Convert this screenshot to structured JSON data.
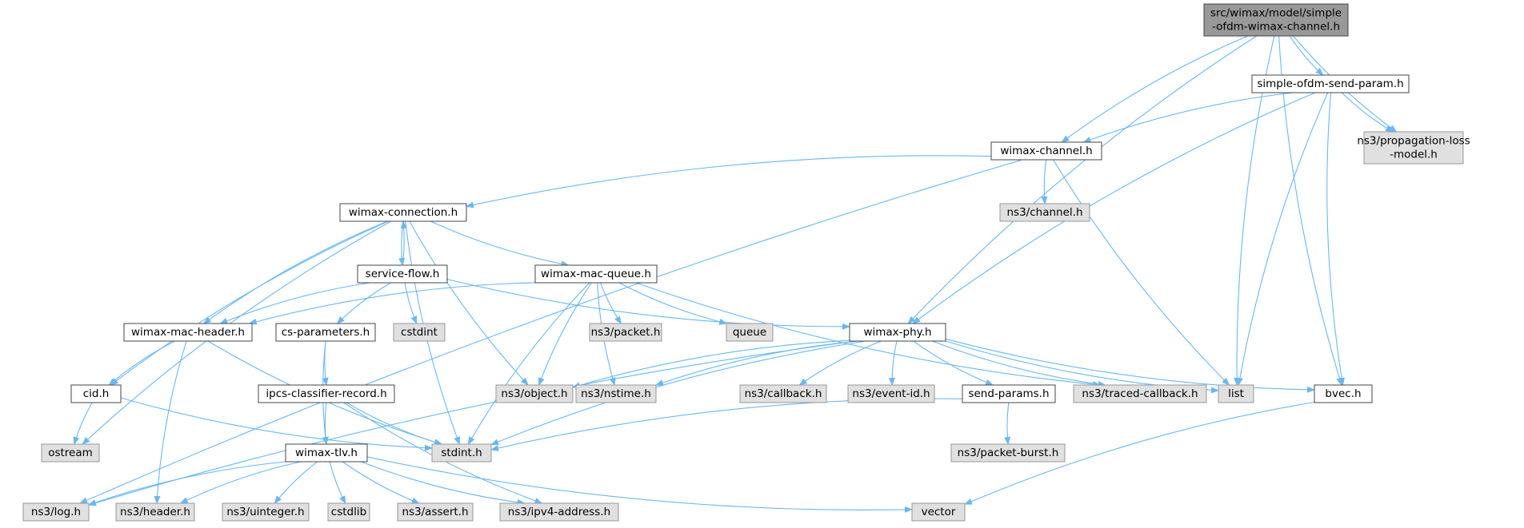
{
  "colors": {
    "edge": "#63b8ff",
    "root_fill": "#999999",
    "node_fill": "#ffffff",
    "node_stroke": "#444444",
    "system_fill": "#e0e0e0",
    "system_stroke": "#999999",
    "text": "#000000"
  },
  "nodes": [
    {
      "id": "root",
      "kind": "root",
      "lines": [
        "src/wimax/model/simple",
        "-ofdm-wimax-channel.h"
      ]
    },
    {
      "id": "sendparam",
      "kind": "local",
      "lines": [
        "simple-ofdm-send-param.h"
      ]
    },
    {
      "id": "chan",
      "kind": "local",
      "lines": [
        "wimax-channel.h"
      ]
    },
    {
      "id": "proploss",
      "kind": "system",
      "lines": [
        "ns3/propagation-loss",
        "-model.h"
      ]
    },
    {
      "id": "ns3chan",
      "kind": "system",
      "lines": [
        "ns3/channel.h"
      ]
    },
    {
      "id": "conn",
      "kind": "local",
      "lines": [
        "wimax-connection.h"
      ]
    },
    {
      "id": "sflow",
      "kind": "local",
      "lines": [
        "service-flow.h"
      ]
    },
    {
      "id": "macq",
      "kind": "local",
      "lines": [
        "wimax-mac-queue.h"
      ]
    },
    {
      "id": "machdr",
      "kind": "local",
      "lines": [
        "wimax-mac-header.h"
      ]
    },
    {
      "id": "csparam",
      "kind": "local",
      "lines": [
        "cs-parameters.h"
      ]
    },
    {
      "id": "cstdint",
      "kind": "system",
      "lines": [
        "cstdint"
      ]
    },
    {
      "id": "packet",
      "kind": "system",
      "lines": [
        "ns3/packet.h"
      ]
    },
    {
      "id": "queue",
      "kind": "system",
      "lines": [
        "queue"
      ]
    },
    {
      "id": "phy",
      "kind": "local",
      "lines": [
        "wimax-phy.h"
      ]
    },
    {
      "id": "cid",
      "kind": "local",
      "lines": [
        "cid.h"
      ]
    },
    {
      "id": "ipcs",
      "kind": "local",
      "lines": [
        "ipcs-classifier-record.h"
      ]
    },
    {
      "id": "object",
      "kind": "system",
      "lines": [
        "ns3/object.h"
      ]
    },
    {
      "id": "nstime",
      "kind": "system",
      "lines": [
        "ns3/nstime.h"
      ]
    },
    {
      "id": "callback",
      "kind": "system",
      "lines": [
        "ns3/callback.h"
      ]
    },
    {
      "id": "eventid",
      "kind": "system",
      "lines": [
        "ns3/event-id.h"
      ]
    },
    {
      "id": "sendparams",
      "kind": "local",
      "lines": [
        "send-params.h"
      ]
    },
    {
      "id": "traced",
      "kind": "system",
      "lines": [
        "ns3/traced-callback.h"
      ]
    },
    {
      "id": "list",
      "kind": "system",
      "lines": [
        "list"
      ]
    },
    {
      "id": "bvec",
      "kind": "local",
      "lines": [
        "bvec.h"
      ]
    },
    {
      "id": "ostream",
      "kind": "system",
      "lines": [
        "ostream"
      ]
    },
    {
      "id": "stdint",
      "kind": "system",
      "lines": [
        "stdint.h"
      ]
    },
    {
      "id": "tlv",
      "kind": "local",
      "lines": [
        "wimax-tlv.h"
      ]
    },
    {
      "id": "pktburst",
      "kind": "system",
      "lines": [
        "ns3/packet-burst.h"
      ]
    },
    {
      "id": "log",
      "kind": "system",
      "lines": [
        "ns3/log.h"
      ]
    },
    {
      "id": "header",
      "kind": "system",
      "lines": [
        "ns3/header.h"
      ]
    },
    {
      "id": "uinteger",
      "kind": "system",
      "lines": [
        "ns3/uinteger.h"
      ]
    },
    {
      "id": "cstdlib",
      "kind": "system",
      "lines": [
        "cstdlib"
      ]
    },
    {
      "id": "assert",
      "kind": "system",
      "lines": [
        "ns3/assert.h"
      ]
    },
    {
      "id": "ipv4",
      "kind": "system",
      "lines": [
        "ns3/ipv4-address.h"
      ]
    },
    {
      "id": "vector",
      "kind": "system",
      "lines": [
        "vector"
      ]
    }
  ],
  "edges": [
    [
      "root",
      "sendparam"
    ],
    [
      "root",
      "chan"
    ],
    [
      "root",
      "phy"
    ],
    [
      "root",
      "list"
    ],
    [
      "root",
      "proploss"
    ],
    [
      "root",
      "bvec"
    ],
    [
      "sendparam",
      "chan"
    ],
    [
      "sendparam",
      "phy"
    ],
    [
      "sendparam",
      "list"
    ],
    [
      "sendparam",
      "proploss"
    ],
    [
      "sendparam",
      "bvec"
    ],
    [
      "chan",
      "log"
    ],
    [
      "chan",
      "conn"
    ],
    [
      "chan",
      "ns3chan"
    ],
    [
      "chan",
      "list"
    ],
    [
      "conn",
      "ostream"
    ],
    [
      "conn",
      "cid"
    ],
    [
      "conn",
      "machdr"
    ],
    [
      "conn",
      "sflow"
    ],
    [
      "conn",
      "object"
    ],
    [
      "conn",
      "macq"
    ],
    [
      "conn",
      "stdint"
    ],
    [
      "sflow",
      "conn"
    ],
    [
      "sflow",
      "machdr"
    ],
    [
      "sflow",
      "csparam"
    ],
    [
      "sflow",
      "cstdint"
    ],
    [
      "sflow",
      "phy"
    ],
    [
      "macq",
      "machdr"
    ],
    [
      "macq",
      "stdint"
    ],
    [
      "macq",
      "nstime"
    ],
    [
      "macq",
      "object"
    ],
    [
      "macq",
      "packet"
    ],
    [
      "macq",
      "queue"
    ],
    [
      "macq",
      "traced"
    ],
    [
      "machdr",
      "cid"
    ],
    [
      "machdr",
      "header"
    ],
    [
      "machdr",
      "stdint"
    ],
    [
      "cid",
      "ostream"
    ],
    [
      "cid",
      "stdint"
    ],
    [
      "csparam",
      "ipcs"
    ],
    [
      "csparam",
      "tlv"
    ],
    [
      "ipcs",
      "tlv"
    ],
    [
      "ipcs",
      "stdint"
    ],
    [
      "ipcs",
      "ipv4"
    ],
    [
      "phy",
      "log"
    ],
    [
      "phy",
      "object"
    ],
    [
      "phy",
      "nstime"
    ],
    [
      "phy",
      "stdint"
    ],
    [
      "phy",
      "callback"
    ],
    [
      "phy",
      "eventid"
    ],
    [
      "phy",
      "sendparams"
    ],
    [
      "phy",
      "traced"
    ],
    [
      "phy",
      "list"
    ],
    [
      "phy",
      "bvec"
    ],
    [
      "sendparams",
      "stdint"
    ],
    [
      "sendparams",
      "pktburst"
    ],
    [
      "bvec",
      "vector"
    ],
    [
      "tlv",
      "log"
    ],
    [
      "tlv",
      "header"
    ],
    [
      "tlv",
      "uinteger"
    ],
    [
      "tlv",
      "cstdlib"
    ],
    [
      "tlv",
      "assert"
    ],
    [
      "tlv",
      "ipv4"
    ],
    [
      "tlv",
      "vector"
    ]
  ]
}
